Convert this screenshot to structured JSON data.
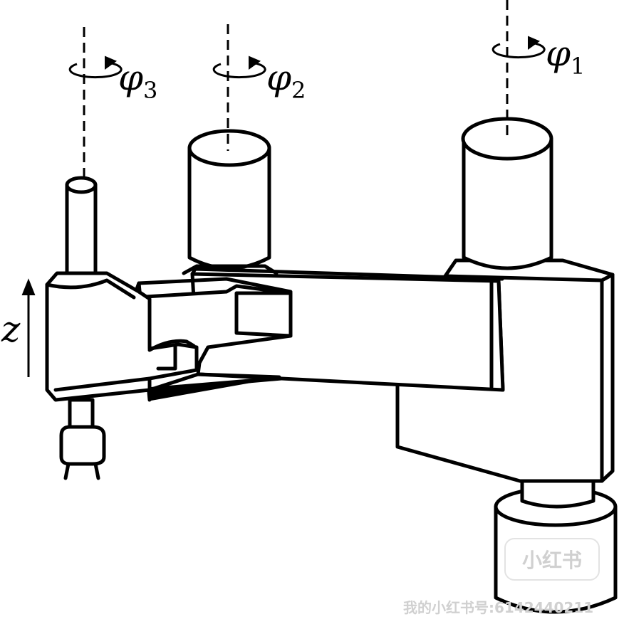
{
  "labels": {
    "phi1": {
      "symbol": "φ",
      "index": "1"
    },
    "phi2": {
      "symbol": "φ",
      "index": "2"
    },
    "phi3": {
      "symbol": "φ",
      "index": "3"
    },
    "z": "z"
  },
  "watermark": {
    "logo": "小红书",
    "account": "我的小红书号:6142440211"
  }
}
